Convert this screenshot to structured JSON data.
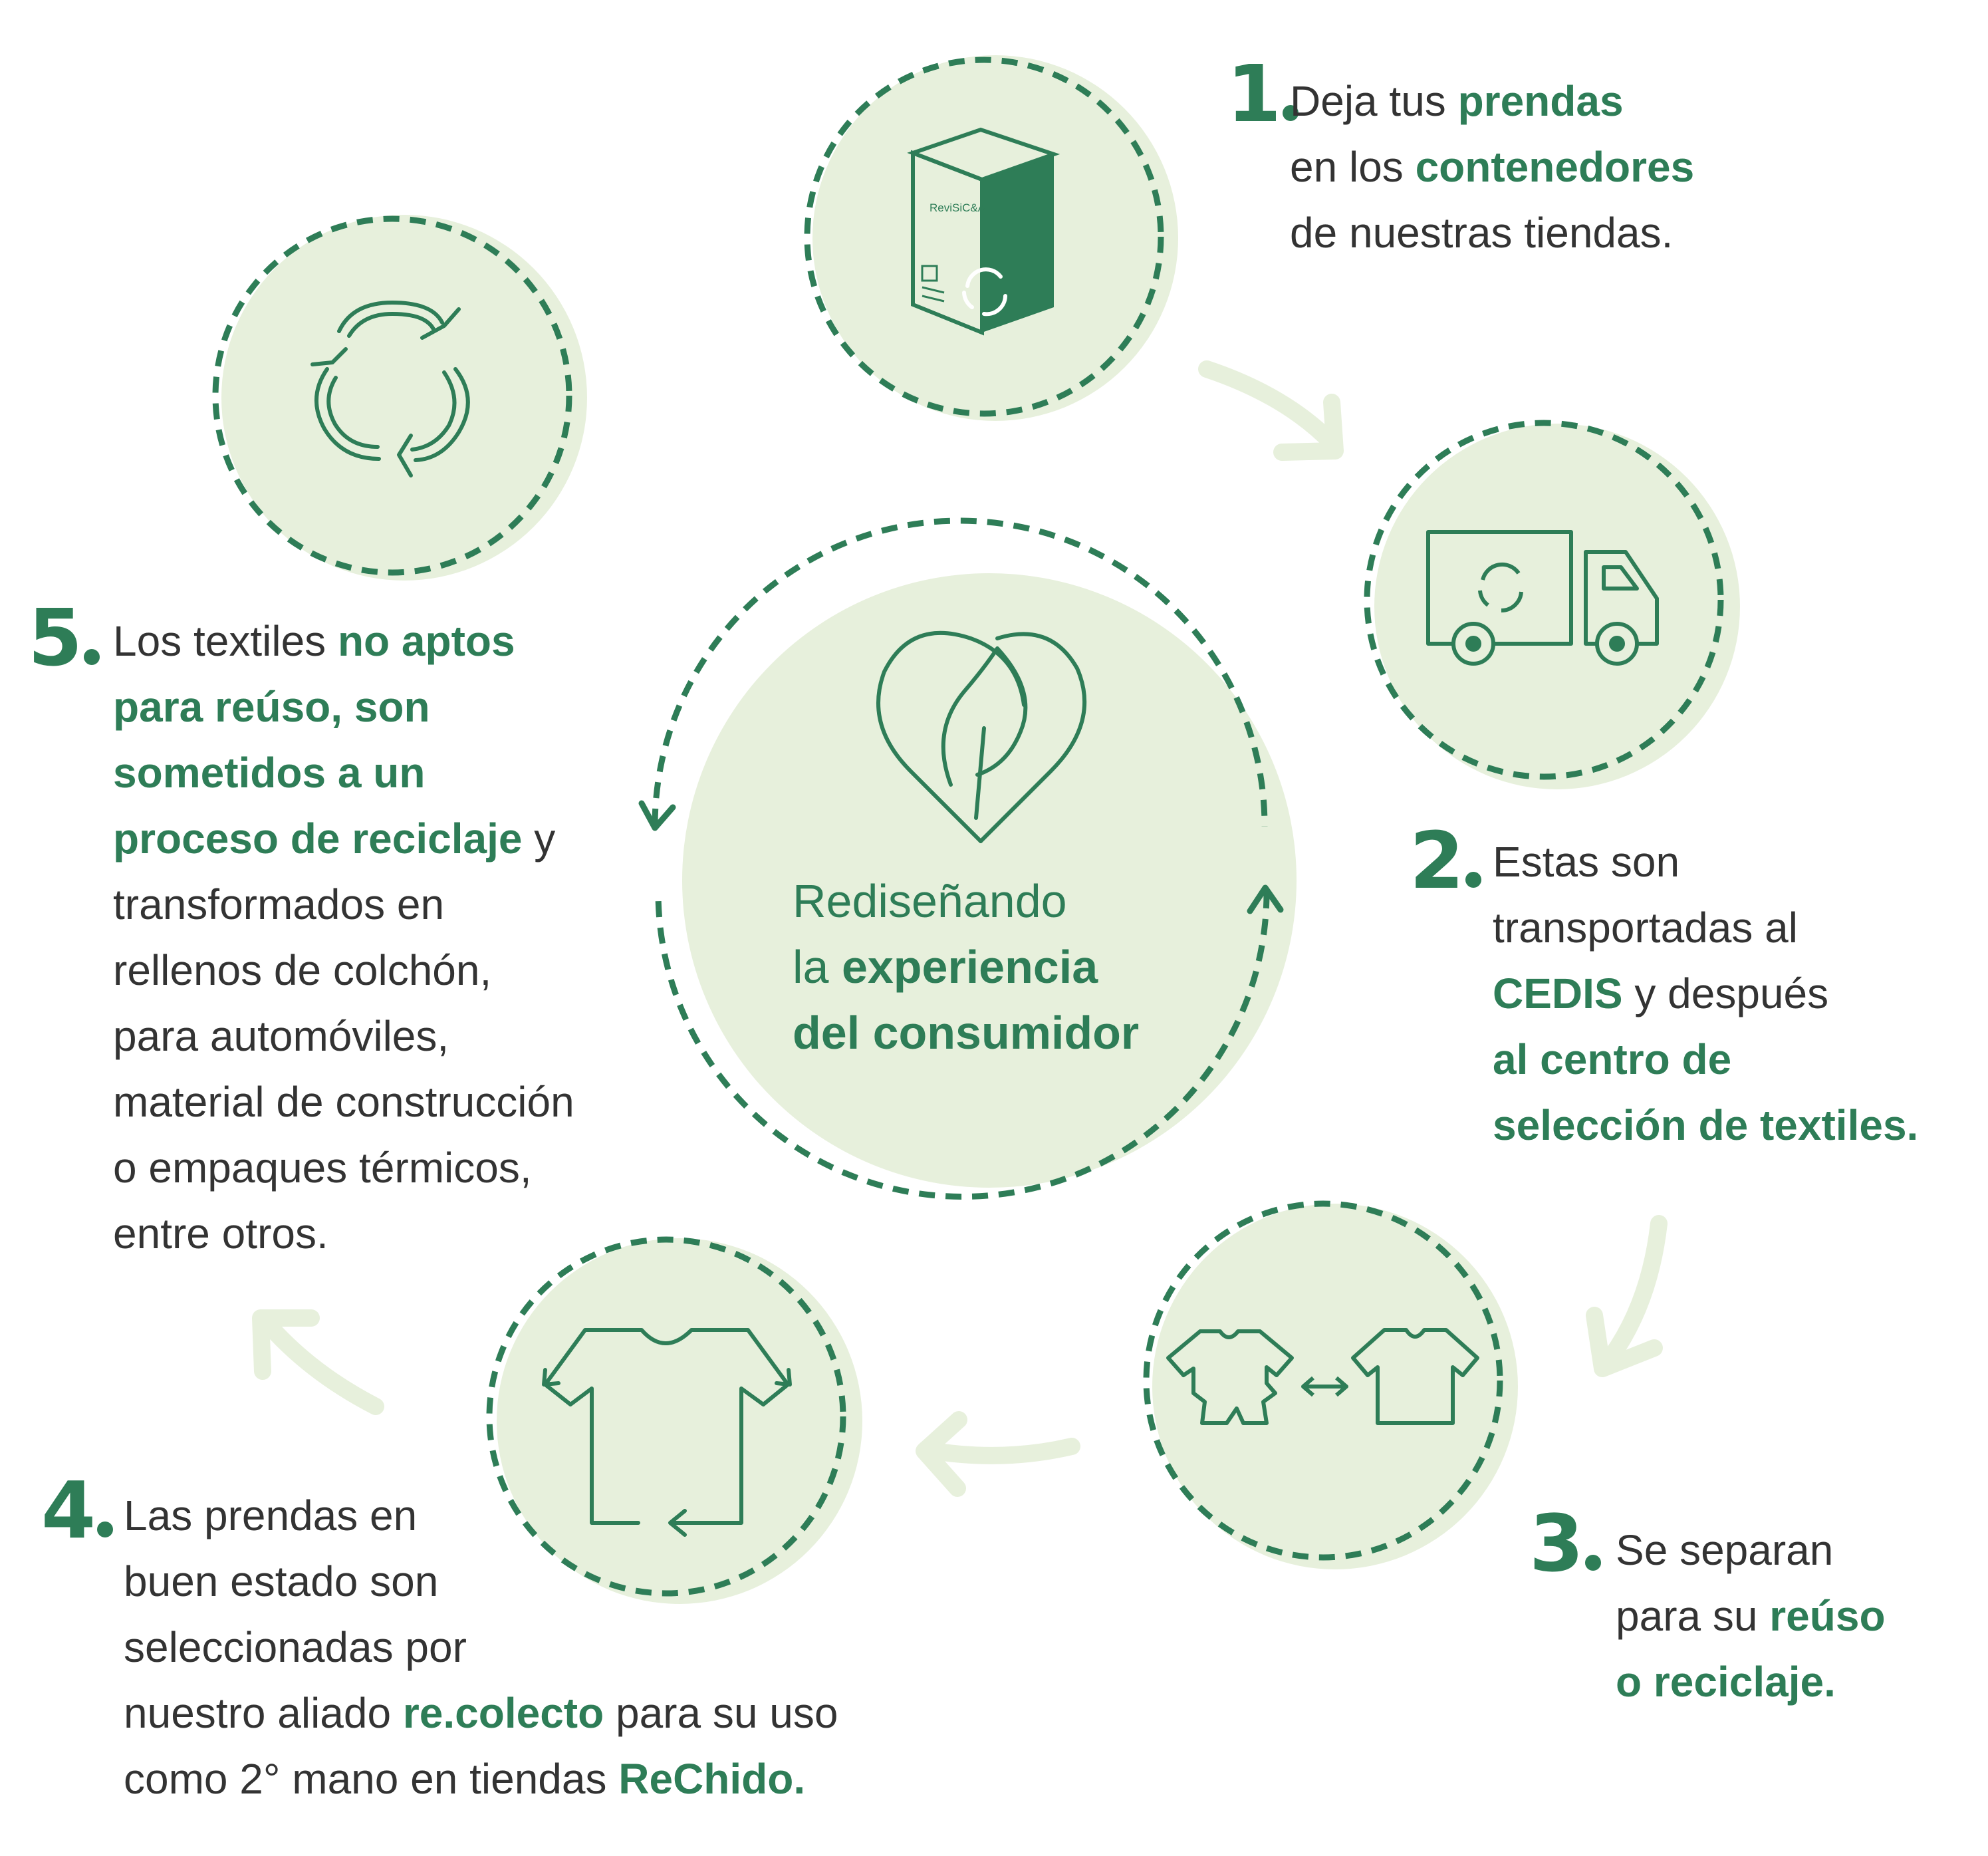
{
  "colors": {
    "accent": "#2e7d57",
    "circle_fill": "#e7f0dc",
    "arrow_light": "#e7f0dc",
    "text": "#333333"
  },
  "center": {
    "line1": "Rediseñando",
    "line2_a": "la ",
    "line2_b": "experiencia",
    "line3": "del consumidor",
    "icon": "leaf-heart-icon"
  },
  "box_label": "ReviSiC&A",
  "steps": [
    {
      "number": "1",
      "icon": "recycling-container-icon",
      "lines": [
        [
          {
            "t": "Deja tus "
          },
          {
            "t": "prendas",
            "hl": true
          }
        ],
        [
          {
            "t": "en los "
          },
          {
            "t": "contenedores",
            "hl": true
          }
        ],
        [
          {
            "t": "de nuestras tiendas."
          }
        ]
      ]
    },
    {
      "number": "2",
      "icon": "recycling-truck-icon",
      "lines": [
        [
          {
            "t": "Estas son"
          }
        ],
        [
          {
            "t": "transportadas al"
          }
        ],
        [
          {
            "t": "CEDIS",
            "hl": true
          },
          {
            "t": " y después"
          }
        ],
        [
          {
            "t": "al centro de",
            "hl": true
          }
        ],
        [
          {
            "t": "selección de textiles.",
            "hl": true
          }
        ]
      ]
    },
    {
      "number": "3",
      "icon": "sort-shirts-icon",
      "lines": [
        [
          {
            "t": "Se separan"
          }
        ],
        [
          {
            "t": "para su "
          },
          {
            "t": "reúso",
            "hl": true
          }
        ],
        [
          {
            "t": "o reciclaje.",
            "hl": true
          }
        ]
      ]
    },
    {
      "number": "4",
      "icon": "shirt-reuse-icon",
      "lines": [
        [
          {
            "t": "Las prendas en"
          }
        ],
        [
          {
            "t": "buen estado son"
          }
        ],
        [
          {
            "t": "seleccionadas por"
          }
        ],
        [
          {
            "t": "nuestro aliado "
          },
          {
            "t": "re.colecto",
            "hl": true
          },
          {
            "t": " para su uso"
          }
        ],
        [
          {
            "t": "como 2° mano en tiendas "
          },
          {
            "t": "ReChido.",
            "hl": true
          }
        ]
      ]
    },
    {
      "number": "5",
      "icon": "recycle-icon",
      "lines": [
        [
          {
            "t": "Los textiles "
          },
          {
            "t": "no aptos",
            "hl": true
          }
        ],
        [
          {
            "t": "para reúso, son",
            "hl": true
          }
        ],
        [
          {
            "t": "sometidos a un",
            "hl": true
          }
        ],
        [
          {
            "t": "proceso de reciclaje",
            "hl": true
          },
          {
            "t": " y"
          }
        ],
        [
          {
            "t": "transformados en"
          }
        ],
        [
          {
            "t": "rellenos de colchón,"
          }
        ],
        [
          {
            "t": "para automóviles,"
          }
        ],
        [
          {
            "t": "material de construcción"
          }
        ],
        [
          {
            "t": "o empaques térmicos,"
          }
        ],
        [
          {
            "t": "entre otros."
          }
        ]
      ]
    }
  ]
}
